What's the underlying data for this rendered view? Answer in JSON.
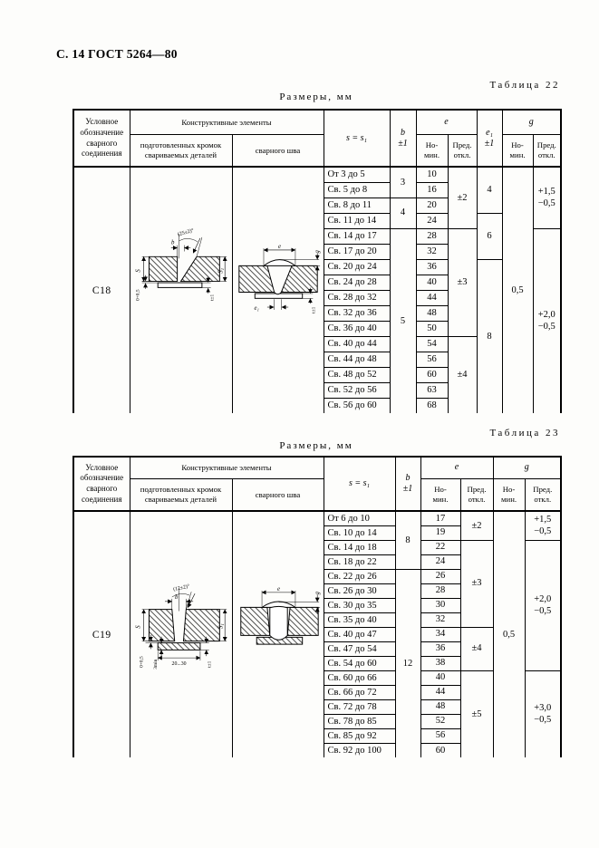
{
  "page": {
    "header": "С. 14 ГОСТ 5264—80"
  },
  "tables": [
    {
      "caption": "Таблица 22",
      "units": "Размеры,  мм",
      "joint_code": "С18",
      "header": {
        "designation": "Условное\nобозначение\nсварного\nсоединения",
        "constructive": "Конструктивные элементы",
        "edges": "подготовленных кромок\nсвариваемых деталей",
        "weld": "сварного шва",
        "s": "s = s₁",
        "b": "b\n±1",
        "e": "e",
        "e1": "e₁\n±1",
        "g": "g",
        "nom": "Но-\nмин.",
        "dev": "Пред.\nоткл."
      },
      "column_order": [
        "s",
        "b",
        "e_nom",
        "e_dev",
        "e1",
        "g_nom",
        "g_dev"
      ],
      "rows": [
        [
          "От 3 до 5",
          "10"
        ],
        [
          "Св. 5 до 8",
          "16"
        ],
        [
          "Св. 8 до 11",
          "20"
        ],
        [
          "Св. 11 до 14",
          "24"
        ],
        [
          "Св. 14 до 17",
          "28"
        ],
        [
          "Св. 17 до 20",
          "32"
        ],
        [
          "Св. 20 до 24",
          "36"
        ],
        [
          "Св. 24 до 28",
          "40"
        ],
        [
          "Св. 28 до 32",
          "44"
        ],
        [
          "Св. 32 до 36",
          "48"
        ],
        [
          "Св. 36 до 40",
          "50"
        ],
        [
          "Св. 40 до 44",
          "54"
        ],
        [
          "Св. 44 до 48",
          "56"
        ],
        [
          "Св. 48 до 52",
          "60"
        ],
        [
          "Св. 52 до 56",
          "63"
        ],
        [
          "Св. 56 до 60",
          "68"
        ]
      ],
      "groups": {
        "b": [
          [
            "3",
            2
          ],
          [
            "4",
            2
          ],
          [
            "5",
            12
          ]
        ],
        "e_dev": [
          [
            "±2",
            4
          ],
          [
            "±3",
            7
          ],
          [
            "±4",
            5
          ]
        ],
        "e1": [
          [
            "4",
            3
          ],
          [
            "6",
            3
          ],
          [
            "8",
            10
          ]
        ],
        "g_nom": [
          [
            "0,5",
            16
          ]
        ],
        "g_dev": [
          [
            "+1,5\n−0,5",
            4
          ],
          [
            "+2,0\n−0,5",
            12
          ]
        ]
      },
      "diagram": {
        "angle": "(25±2)°",
        "b": "b",
        "s": "S",
        "s1": "S₁",
        "gap": "0+0,5",
        "t": "t±1",
        "e": "e",
        "g": "g",
        "e1": "e₁"
      }
    },
    {
      "caption": "Таблица 23",
      "units": "Размеры,  мм",
      "joint_code": "С19",
      "header": {
        "designation": "Условное\nобозначение\nсварного\nсоединения",
        "constructive": "Конструктивные элементы",
        "edges": "подготовленных кромок\nсвариваемых деталей",
        "weld": "сварного шва",
        "s": "s = s₁",
        "b": "b\n±1",
        "e": "e",
        "g": "g",
        "nom": "Но-\nмин.",
        "dev": "Пред.\nоткл."
      },
      "column_order": [
        "s",
        "b",
        "e_nom",
        "e_dev",
        "g_nom",
        "g_dev"
      ],
      "rows": [
        [
          "От 6 до 10",
          "17"
        ],
        [
          "Св. 10 до 14",
          "19"
        ],
        [
          "Св. 14 до 18",
          "22"
        ],
        [
          "Св. 18 до 22",
          "24"
        ],
        [
          "Св. 22 до 26",
          "26"
        ],
        [
          "Св. 26 до 30",
          "28"
        ],
        [
          "Св. 30 до 35",
          "30"
        ],
        [
          "Св. 35 до 40",
          "32"
        ],
        [
          "Св. 40 до 47",
          "34"
        ],
        [
          "Св. 47 до 54",
          "36"
        ],
        [
          "Св. 54 до 60",
          "38"
        ],
        [
          "Св. 60 до 66",
          "40"
        ],
        [
          "Св. 66 до 72",
          "44"
        ],
        [
          "Св. 72 до 78",
          "48"
        ],
        [
          "Св. 78 до 85",
          "52"
        ],
        [
          "Св. 85 до 92",
          "56"
        ],
        [
          "Св. 92 до 100",
          "60"
        ]
      ],
      "groups": {
        "b": [
          [
            "8",
            4
          ],
          [
            "12",
            13
          ]
        ],
        "e_dev": [
          [
            "±2",
            2
          ],
          [
            "±3",
            6
          ],
          [
            "±4",
            3
          ],
          [
            "±5",
            6
          ]
        ],
        "g_nom": [
          [
            "0,5",
            17
          ]
        ],
        "g_dev": [
          [
            "+1,5\n−0,5",
            2
          ],
          [
            "+2,0\n−0,5",
            9
          ],
          [
            "+3,0\n−0,5",
            6
          ]
        ]
      },
      "diagram": {
        "angle": "(12±2)°",
        "b": "b",
        "s": "S",
        "s1": "S₁",
        "gap": "0+0,5",
        "min3": "3min",
        "strip": "20...30",
        "t": "t±1",
        "e": "e",
        "g": "g"
      }
    }
  ]
}
